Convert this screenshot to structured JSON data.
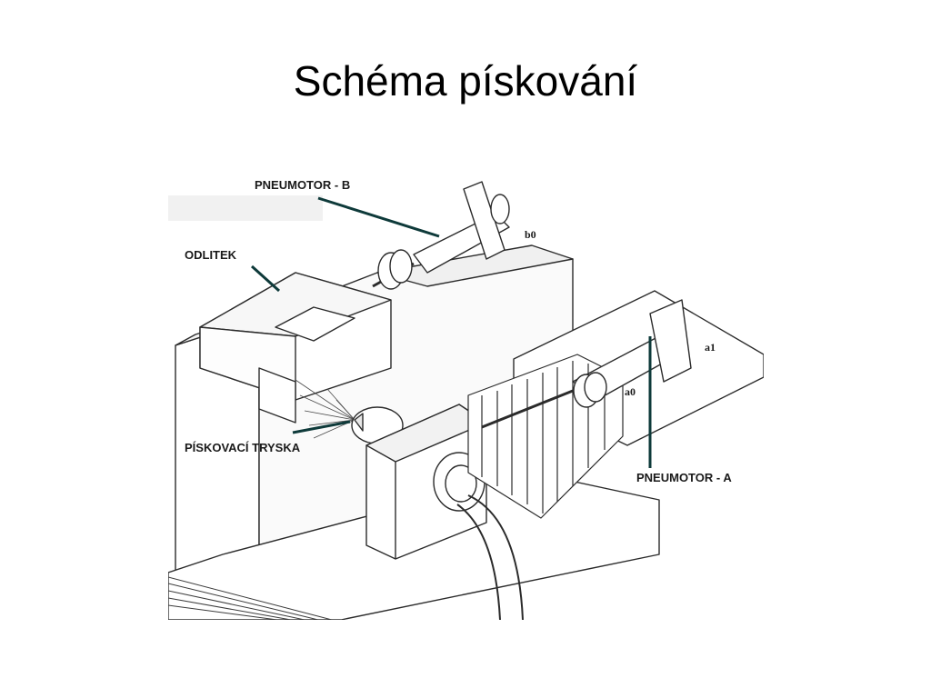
{
  "slide": {
    "title": "Schéma pískování"
  },
  "diagram": {
    "labels": {
      "pneumotor_b": "PNEUMOTOR - B",
      "odlitek": "ODLITEK",
      "piskovaci_tryska": "PÍSKOVACÍ TRYSKA",
      "pneumotor_a": "PNEUMOTOR - A",
      "b0": "b0",
      "a1": "a1",
      "a0": "a0"
    },
    "colors": {
      "leader_line": "#0e3a3a",
      "line_art": "#2b2b2b",
      "background": "#ffffff"
    }
  }
}
